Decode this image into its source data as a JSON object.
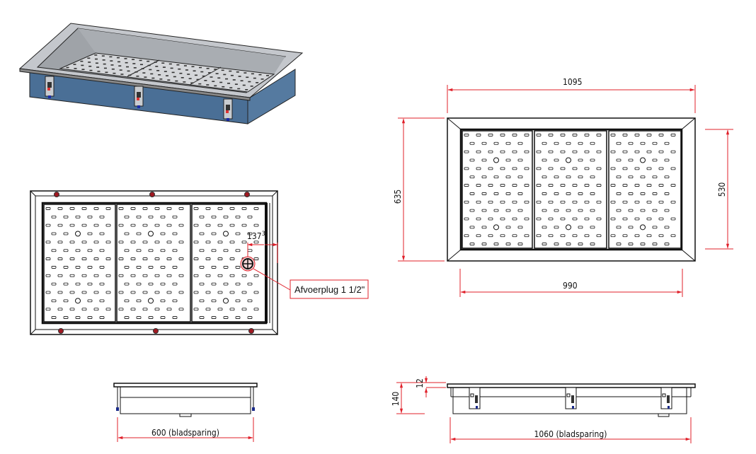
{
  "colors": {
    "dimension": "#e0202a",
    "body": "#4a6f96",
    "steel": "#b9bcc2",
    "line": "#111111"
  },
  "plan_view": {
    "drain_offset_main": "137",
    "drain_offset_sup": "3",
    "callout": "Afvoerplug 1 1/2\""
  },
  "top_view": {
    "overall_width": "1095",
    "overall_depth": "635",
    "inner_depth": "530",
    "inner_width": "990"
  },
  "side_view_short": {
    "cutout_width": "600 (bladsparing)"
  },
  "side_view_long": {
    "cutout_length": "1060 (bladsparing)",
    "height": "140",
    "rim_thickness": "12"
  }
}
